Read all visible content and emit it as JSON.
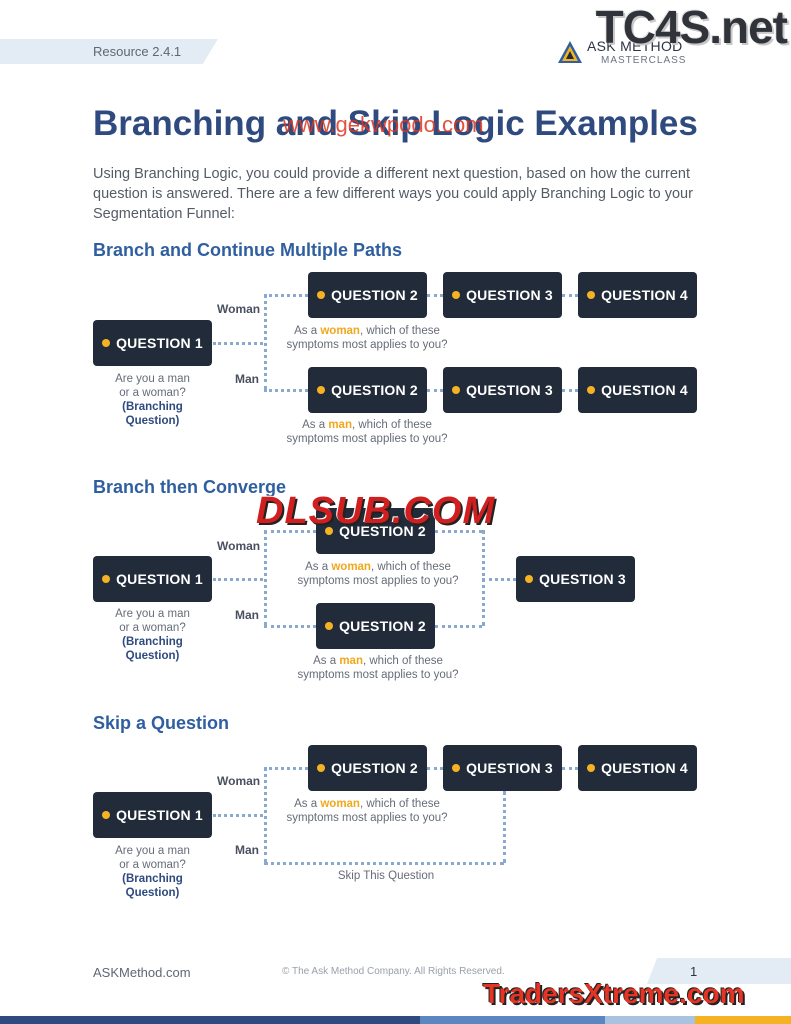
{
  "header": {
    "resource": "Resource  2.4.1",
    "logo_top": "ASK METHOD",
    "logo_bottom": "MASTERCLASS"
  },
  "title": "Branching and Skip Logic Examples",
  "intro": "Using Branching Logic, you could provide a different next question, based on how the current question is answered. There are a few different ways you could apply Branching Logic to your Segmentation Funnel:",
  "labels": {
    "q1": "QUESTION 1",
    "q2": "QUESTION 2",
    "q3": "QUESTION 3",
    "q4": "QUESTION 4",
    "woman": "Woman",
    "man": "Man",
    "q1_caption_line1": "Are you a man",
    "q1_caption_line2": "or a woman?",
    "q1_caption_bold1": "(Branching",
    "q1_caption_bold2": "Question)",
    "as_a": "As a ",
    "woman_hl": "woman",
    "man_hl": "man",
    "which_rest": ", which of these",
    "symptoms": "symptoms most applies to you?",
    "skip": "Skip This Question"
  },
  "sections": {
    "s1": "Branch and Continue Multiple Paths",
    "s2": "Branch then Converge",
    "s3": "Skip a Question"
  },
  "footer": {
    "site": "ASKMethod.com",
    "copyright": "© The Ask Method Company. All Rights Reserved.",
    "page": "1"
  },
  "watermarks": {
    "tc4s": "TC4S.net",
    "url": "www.gekwpodo.com",
    "dlsub": "DLSUB.COM",
    "traders": "TradersXtreme.com"
  },
  "colors": {
    "box": "#222b3a",
    "accent": "#f5b324",
    "title": "#2f4a7e",
    "section": "#2f5fa0",
    "connector": "#8aa9cf"
  }
}
